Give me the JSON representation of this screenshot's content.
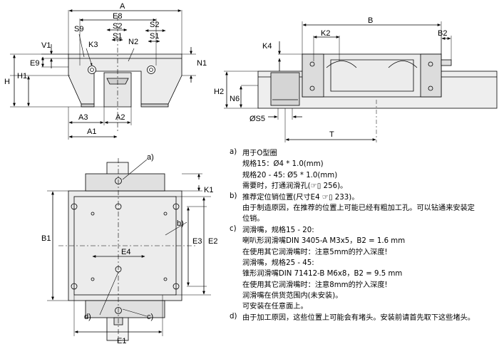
{
  "drawings": {
    "front_view": {
      "labels": {
        "A": "A",
        "E8": "E8",
        "S9": "S9",
        "K3": "K3",
        "S2a": "S2",
        "S1a": "S1",
        "N2": "N2",
        "S2b": "S2",
        "S1b": "S1",
        "V1": "V1",
        "E9": "E9",
        "N1": "N1",
        "H": "H",
        "H1": "H1",
        "A3": "A3",
        "A2": "A2",
        "A1": "A1"
      }
    },
    "side_view": {
      "labels": {
        "B": "B",
        "K2": "K2",
        "B2": "B2",
        "K4": "K4",
        "H2": "H2",
        "N6": "N6",
        "OS5": "ØS5",
        "T": "T"
      }
    },
    "top_view": {
      "labels": {
        "a": "a)",
        "b": "b)",
        "c": "c)",
        "d": "d)",
        "K1": "K1",
        "B1": "B1",
        "E4": "E4",
        "E3": "E3",
        "E2": "E2",
        "E1": "E1"
      }
    }
  },
  "notes": [
    {
      "letter": "a)",
      "lines": [
        "用于O型圈",
        "规格15：Ø4 * 1.0(mm)",
        "规格20 - 45: Ø5 * 1.0(mm)",
        "需要时，打通润滑孔(☞▯ 256)。"
      ]
    },
    {
      "letter": "b)",
      "lines": [
        "推荐定位销位置(尺寸E4 ☞▯ 233)。",
        "由于制造原因，在推荐的位置上可能已经有粗加工孔。可以钻通来安装定",
        "位销。"
      ]
    },
    {
      "letter": "c)",
      "lines": [
        "润滑嘴，规格15 - 20:",
        "喇叭形润滑嘴DIN 3405-A M3x5，B2 = 1.6 mm",
        "在使用其它润滑嘴时：注意5mm的拧入深度!",
        "润滑嘴，规格25 - 45:",
        "锥形润滑嘴DIN 71412-B M6x8，B2 = 9.5 mm",
        "在使用其它润滑嘴时：注意8mm的拧入深度!",
        "润滑嘴在供货范围内(未安装)。",
        "可安装在任意面上。"
      ]
    },
    {
      "letter": "d)",
      "lines": [
        "由于加工原因，这些位置上可能会有堵头。安装前请首先取下这些堵头。"
      ]
    }
  ]
}
